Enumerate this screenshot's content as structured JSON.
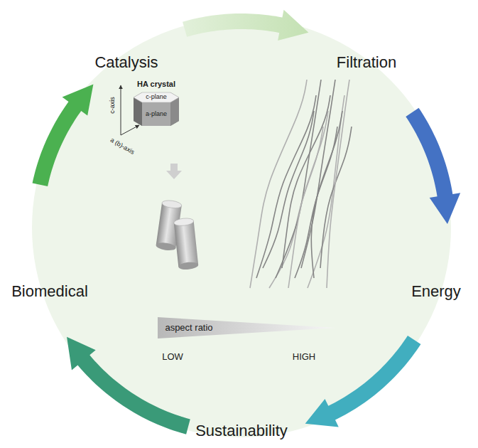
{
  "diagram": {
    "labels": [
      "Catalysis",
      "Filtration",
      "Energy",
      "Sustainability",
      "Biomedical",
      "HA crystal",
      "c-plane",
      "a-plane",
      "c-axis",
      "a (b)-axis",
      "aspect ratio",
      "LOW",
      "HIGH"
    ]
  }
}
